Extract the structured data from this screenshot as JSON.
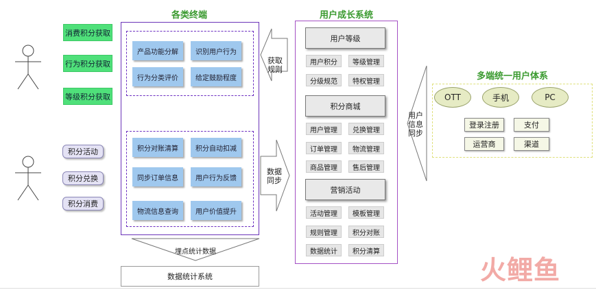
{
  "terminals": {
    "title": "各类终端",
    "top_buttons": [
      "产品功能分解",
      "识别用户行为",
      "行为分类评价",
      "给定鼓励程度"
    ],
    "bottom_buttons": [
      "积分对账清算",
      "积分自动扣减",
      "同步订单信息",
      "用户行为反馈",
      "物流信息查询",
      "用户价值提升"
    ]
  },
  "left": {
    "green_buttons": [
      "消费积分获取",
      "行为积分获取",
      "等级积分获取"
    ],
    "lav_buttons": [
      "积分活动",
      "积分兑换",
      "积分消费"
    ]
  },
  "arrows": {
    "get_rules": "获取\n规则",
    "data_sync": "数据\n同步",
    "tracking": "埋点统计数据",
    "user_sync": "用户\n信息\n同步"
  },
  "stats_system": "数据统计系统",
  "growth": {
    "title": "用户成长系统",
    "sections": [
      {
        "header": "用户等级",
        "items": [
          "用户积分",
          "等级管理",
          "分级规范",
          "特权管理"
        ]
      },
      {
        "header": "积分商城",
        "items": [
          "用户管理",
          "兑换管理",
          "订单管理",
          "物流管理",
          "商品管理",
          "售后管理"
        ]
      },
      {
        "header": "营销活动",
        "items": [
          "活动管理",
          "模板管理",
          "规则管理",
          "积分对账",
          "数据统计",
          "积分清算"
        ]
      }
    ]
  },
  "multi": {
    "title": "多端统一用户体系",
    "ellipses": [
      "OTT",
      "手机",
      "PC"
    ],
    "buttons": [
      "登录注册",
      "支付",
      "运营商",
      "渠道"
    ]
  },
  "watermark": "火鲤鱼",
  "colors": {
    "green": "#4fe07a",
    "blue": "#9fc8ee",
    "purple": "#a34fc4",
    "dashed_purple": "#6a2cc0",
    "yellow_dashed": "#dfe07a"
  }
}
